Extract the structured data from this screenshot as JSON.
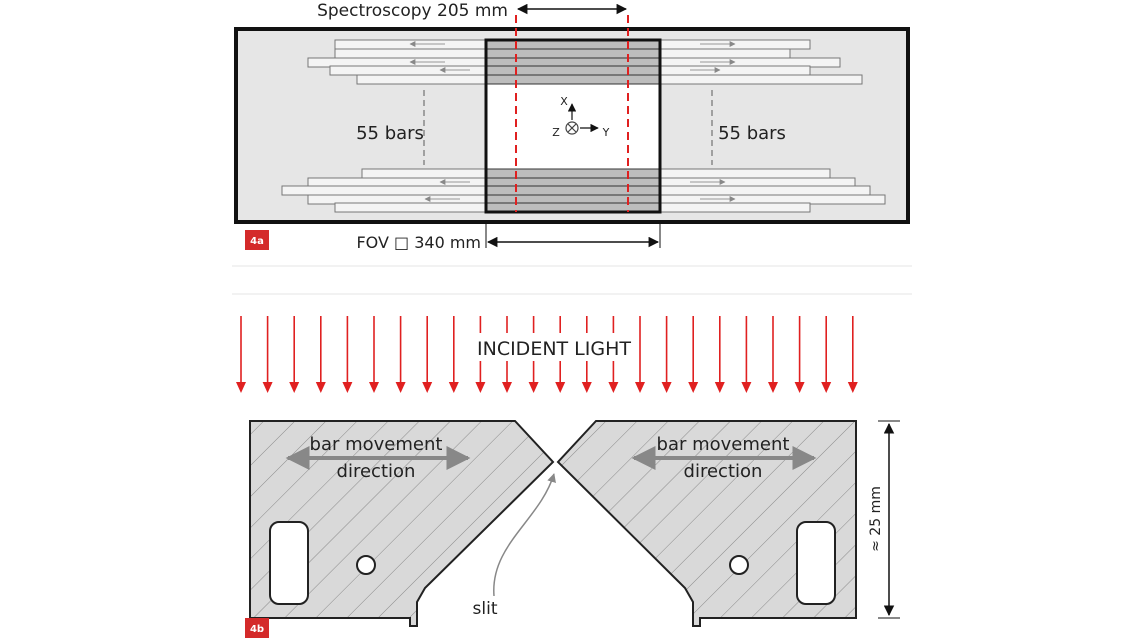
{
  "panel_a": {
    "badge": "4a",
    "spectroscopy_label": "Spectroscopy 205 mm",
    "bars_left_label": "55 bars",
    "bars_right_label": "55 bars",
    "fov_label": "FOV □ 340 mm",
    "axis_x": "X",
    "axis_y": "Y",
    "axis_z": "Z"
  },
  "panel_b": {
    "badge": "4b",
    "incident_label": "INCIDENT LIGHT",
    "left_bar_label_line1": "bar movement",
    "left_bar_label_line2": "direction",
    "right_bar_label_line1": "bar movement",
    "right_bar_label_line2": "direction",
    "slit_label": "slit",
    "height_label": "≈ 25 mm"
  },
  "colors": {
    "accent_red": "#e02020",
    "badge_red": "#d42a2a",
    "frame": "#111111",
    "bar_gray": "#b8b8b8",
    "panel_bg": "#e6e6e6"
  }
}
